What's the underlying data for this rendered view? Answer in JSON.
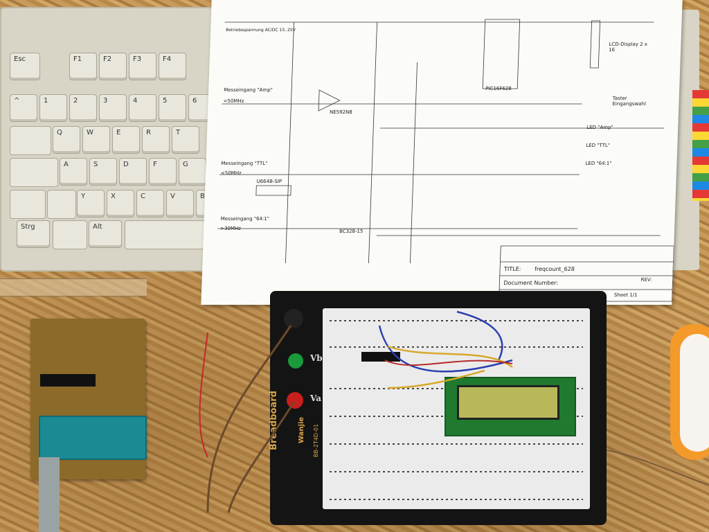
{
  "keyboard": {
    "keys": [
      {
        "label": "Esc"
      },
      {
        "label": "F1"
      },
      {
        "label": "F2"
      },
      {
        "label": "F3"
      },
      {
        "label": "F4"
      },
      {
        "label": "^"
      },
      {
        "label": "1"
      },
      {
        "label": "2"
      },
      {
        "label": "3"
      },
      {
        "label": "4"
      },
      {
        "label": "5"
      },
      {
        "label": "6"
      },
      {
        "label": "Q"
      },
      {
        "label": "W"
      },
      {
        "label": "E"
      },
      {
        "label": "R"
      },
      {
        "label": "T"
      },
      {
        "label": "A"
      },
      {
        "label": "S"
      },
      {
        "label": "D"
      },
      {
        "label": "F"
      },
      {
        "label": "G"
      },
      {
        "label": "Y"
      },
      {
        "label": "X"
      },
      {
        "label": "C"
      },
      {
        "label": "V"
      },
      {
        "label": "B"
      },
      {
        "label": "Strg"
      },
      {
        "label": "Alt"
      }
    ]
  },
  "schematic": {
    "supply_label": "Betriebsspannung AC/DC 15..25V",
    "input_amp": "Messeingang \"Amp\"",
    "input_amp_range": "<50MHz",
    "input_ttl": "Messeingang \"TTL\"",
    "input_ttl_range": "<50MHz",
    "input_64": "Messeingang \"64:1\"",
    "input_64_range": ">30MHz",
    "ic2": "NE592N8",
    "ic_u664": "U664B-SIP",
    "q2": "BC328-15",
    "mcu": "PIC16F628",
    "lcd_label": "LCD-Display 2 x 16",
    "taster": "Taster Eingangswahl",
    "led_amp": "LED \"Amp\"",
    "led_ttl": "LED \"TTL\"",
    "led_64": "LED \"64:1\"",
    "title_label": "TITLE:",
    "title_value": "freqcount_628",
    "doc_number": "Document Number:",
    "rev": "REV:",
    "sheet": "Sheet 1/1"
  },
  "breadboard": {
    "brand": "Breadboard",
    "maker": "Wanjie",
    "model": "BB-2T4D-01",
    "terminal_b": "Vb",
    "terminal_a": "Va"
  }
}
